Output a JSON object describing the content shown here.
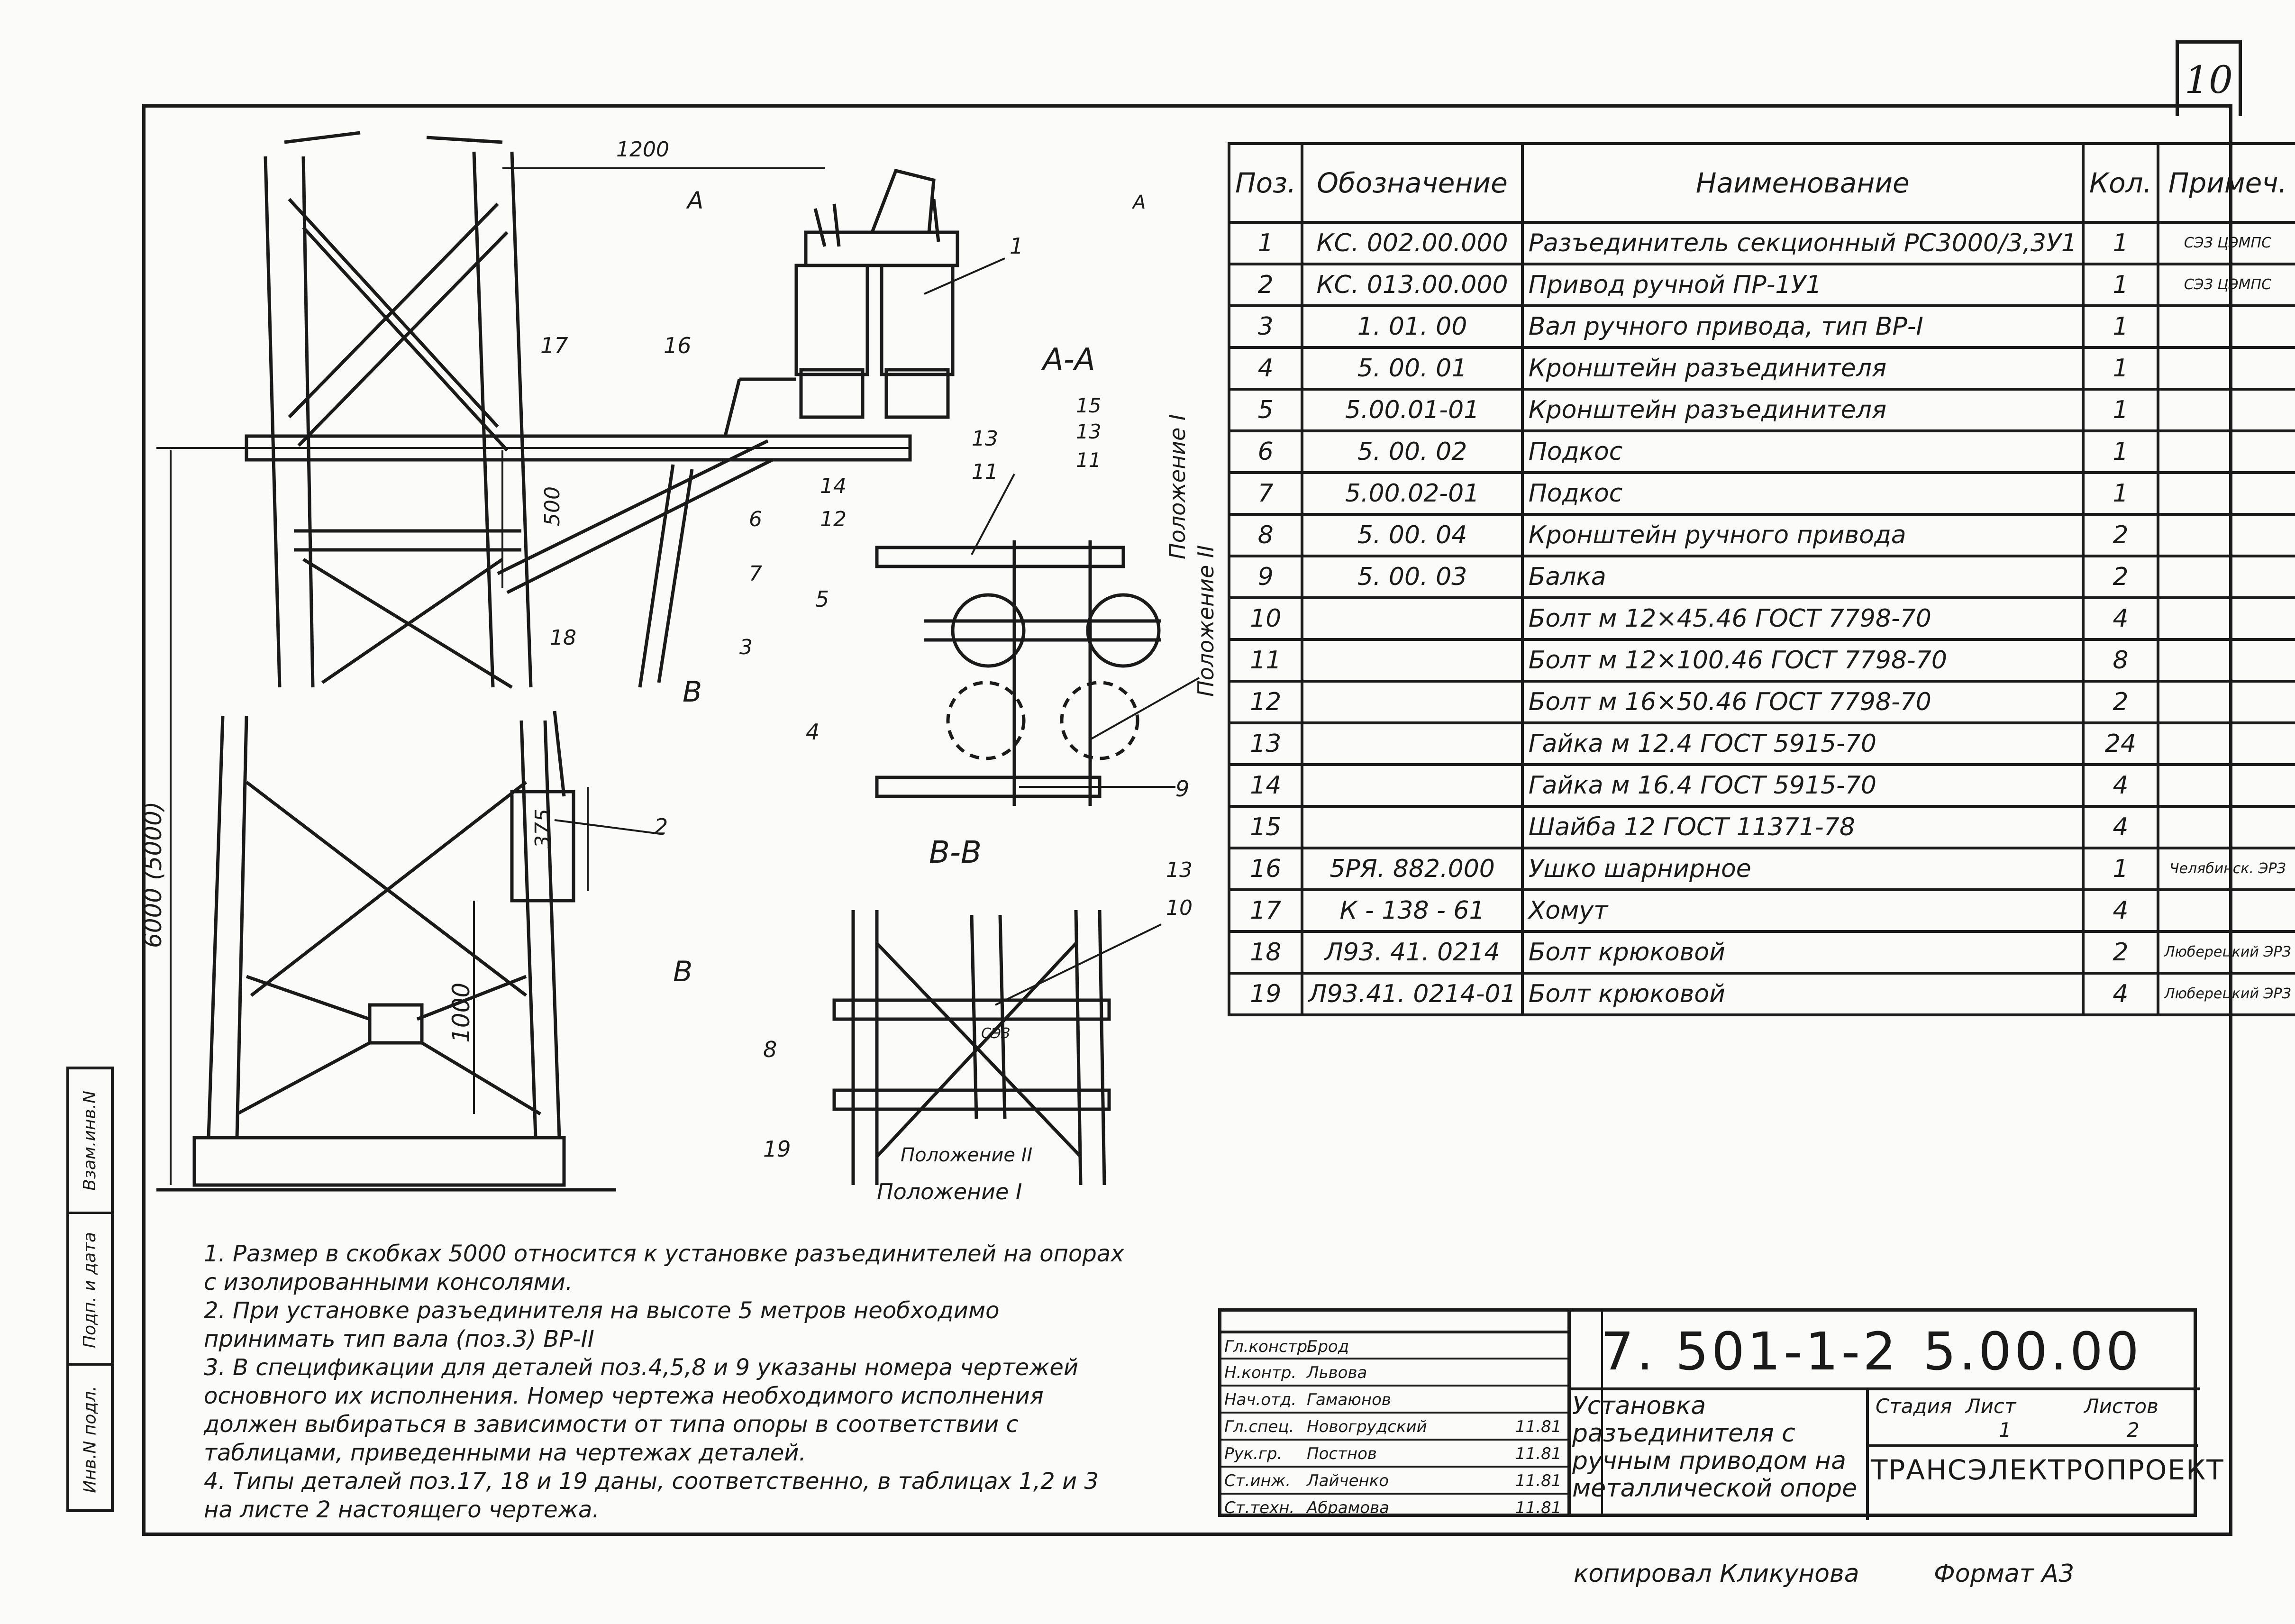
{
  "sheet_number": "10",
  "side_stamp": [
    "Инв.N подл.",
    "Подп. и дата",
    "Взам.инв.N"
  ],
  "drawing": {
    "dim_1200": "1200",
    "dim_500": "500",
    "dim_375": "375",
    "dim_1000": "1000",
    "dim_height": "6000 (5000)",
    "section_a_marker": "А",
    "section_aa": "А-А",
    "section_b_marker": "В",
    "section_bb": "В-В",
    "position_1": "Положение I",
    "position_2": "Положение II",
    "position_1_bb": "Положение I",
    "position_2_bb": "Положение II",
    "cez_label": "СЭЗ",
    "callouts": [
      "1",
      "16",
      "17",
      "13",
      "11",
      "14",
      "12",
      "6",
      "7",
      "18",
      "3",
      "15",
      "13",
      "11",
      "5",
      "4",
      "9",
      "2",
      "13",
      "10",
      "8",
      "19"
    ]
  },
  "spec_table": {
    "headers": [
      "Поз.",
      "Обозначение",
      "Наименование",
      "Кол.",
      "Примеч."
    ],
    "rows": [
      [
        "1",
        "КС. 002.00.000",
        "Разъединитель секционный РС3000/3,3У1",
        "1",
        "СЭЗ ЦЭМПС"
      ],
      [
        "2",
        "КС. 013.00.000",
        "Привод ручной ПР-1У1",
        "1",
        "СЭЗ ЦЭМПС"
      ],
      [
        "3",
        "1. 01. 00",
        "Вал ручного привода, тип ВР-I",
        "1",
        ""
      ],
      [
        "4",
        "5. 00. 01",
        "Кронштейн разъединителя",
        "1",
        ""
      ],
      [
        "5",
        "5.00.01-01",
        "Кронштейн разъединителя",
        "1",
        ""
      ],
      [
        "6",
        "5. 00. 02",
        "Подкос",
        "1",
        ""
      ],
      [
        "7",
        "5.00.02-01",
        "Подкос",
        "1",
        ""
      ],
      [
        "8",
        "5. 00. 04",
        "Кронштейн ручного привода",
        "2",
        ""
      ],
      [
        "9",
        "5. 00. 03",
        "Балка",
        "2",
        ""
      ],
      [
        "10",
        "",
        "Болт м 12×45.46 ГОСТ 7798-70",
        "4",
        ""
      ],
      [
        "11",
        "",
        "Болт м 12×100.46 ГОСТ 7798-70",
        "8",
        ""
      ],
      [
        "12",
        "",
        "Болт м 16×50.46 ГОСТ 7798-70",
        "2",
        ""
      ],
      [
        "13",
        "",
        "Гайка м 12.4 ГОСТ 5915-70",
        "24",
        ""
      ],
      [
        "14",
        "",
        "Гайка м 16.4 ГОСТ 5915-70",
        "4",
        ""
      ],
      [
        "15",
        "",
        "Шайба 12 ГОСТ 11371-78",
        "4",
        ""
      ],
      [
        "16",
        "5РЯ. 882.000",
        "Ушко шарнирное",
        "1",
        "Челябинск. ЭРЗ"
      ],
      [
        "17",
        "К - 138 - 61",
        "Хомут",
        "4",
        ""
      ],
      [
        "18",
        "Л93. 41. 0214",
        "Болт крюковой",
        "2",
        "Люберецкий ЭРЗ"
      ],
      [
        "19",
        "Л93.41. 0214-01",
        "Болт крюковой",
        "4",
        "Люберецкий ЭРЗ"
      ]
    ]
  },
  "notes": [
    "1. Размер в скобках 5000 относится к установке разъединителей на опорах с изолированными консолями.",
    "2. При установке разъединителя на высоте 5 метров необходимо принимать тип вала (поз.3) ВР-II",
    "3. В спецификации для деталей поз.4,5,8 и 9 указаны номера чертежей основного их исполнения. Номер чертежа необходимого исполнения должен выбираться в зависимости от типа опоры в соответствии с таблицами, приведенными на чертежах деталей.",
    "4. Типы деталей поз.17, 18 и 19 даны, соответственно, в таблицах 1,2 и 3 на листе 2 настоящего чертежа."
  ],
  "title_block": {
    "code_left": "7. 501-1-2",
    "code_right": "5.00.00",
    "title": "Установка разъединителя с ручным приводом на металлической опоре",
    "stage_label": "Стадия",
    "sheet_label": "Лист",
    "sheets_label": "Листов",
    "sheet_value": "1",
    "sheets_value": "2",
    "organization": "ТРАНСЭЛЕКТРОПРОЕКТ",
    "signatures": [
      {
        "role": "Гл.констр.",
        "name": "Брод",
        "date": ""
      },
      {
        "role": "Н.контр.",
        "name": "Львова",
        "date": ""
      },
      {
        "role": "Нач.отд.",
        "name": "Гамаюнов",
        "date": ""
      },
      {
        "role": "Гл.спец.",
        "name": "Новогрудский",
        "date": "11.81"
      },
      {
        "role": "Рук.гр.",
        "name": "Постнов",
        "date": "11.81"
      },
      {
        "role": "Ст.инж.",
        "name": "Лайченко",
        "date": "11.81"
      },
      {
        "role": "Ст.техн.",
        "name": "Абрамова",
        "date": "11.81"
      }
    ]
  },
  "footer": {
    "copied": "копировал Кликунова",
    "format": "Формат А3"
  }
}
